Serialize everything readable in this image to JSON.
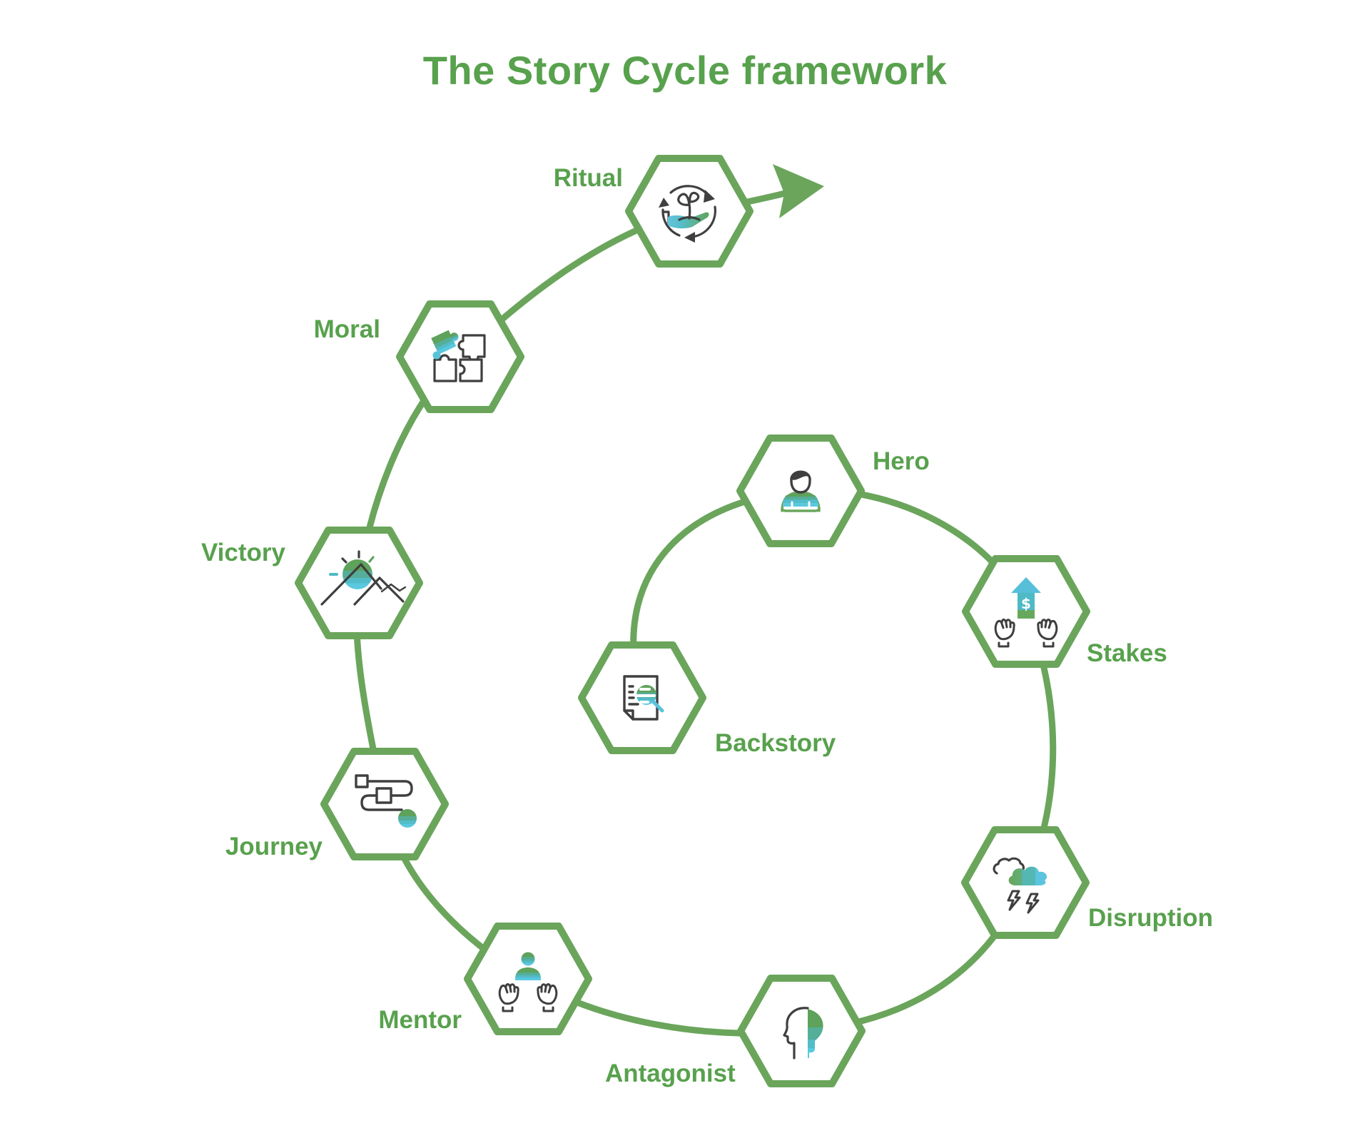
{
  "title": "The Story Cycle framework",
  "colors": {
    "accent_green": "#6AA55B",
    "label_green": "#58A14D",
    "icon_outline": "#3F3F3F",
    "icon_green": "#5EA25B",
    "icon_teal": "#55AE98",
    "icon_cyan": "#5AC9DF"
  },
  "nodes": [
    {
      "id": "backstory",
      "label": "Backstory",
      "icon": "document-search-icon"
    },
    {
      "id": "hero",
      "label": "Hero",
      "icon": "hero-bust-icon"
    },
    {
      "id": "stakes",
      "label": "Stakes",
      "icon": "hands-dollar-arrow-icon"
    },
    {
      "id": "disruption",
      "label": "Disruption",
      "icon": "storm-clouds-lightning-icon"
    },
    {
      "id": "antagonist",
      "label": "Antagonist",
      "icon": "dual-head-profile-icon"
    },
    {
      "id": "mentor",
      "label": "Mentor",
      "icon": "hands-person-icon"
    },
    {
      "id": "journey",
      "label": "Journey",
      "icon": "flowchart-path-icon"
    },
    {
      "id": "victory",
      "label": "Victory",
      "icon": "sunrise-mountain-icon"
    },
    {
      "id": "moral",
      "label": "Moral",
      "icon": "puzzle-icon"
    },
    {
      "id": "ritual",
      "label": "Ritual",
      "icon": "growth-cycle-hand-icon"
    }
  ],
  "stakes_dollar_symbol": "$"
}
